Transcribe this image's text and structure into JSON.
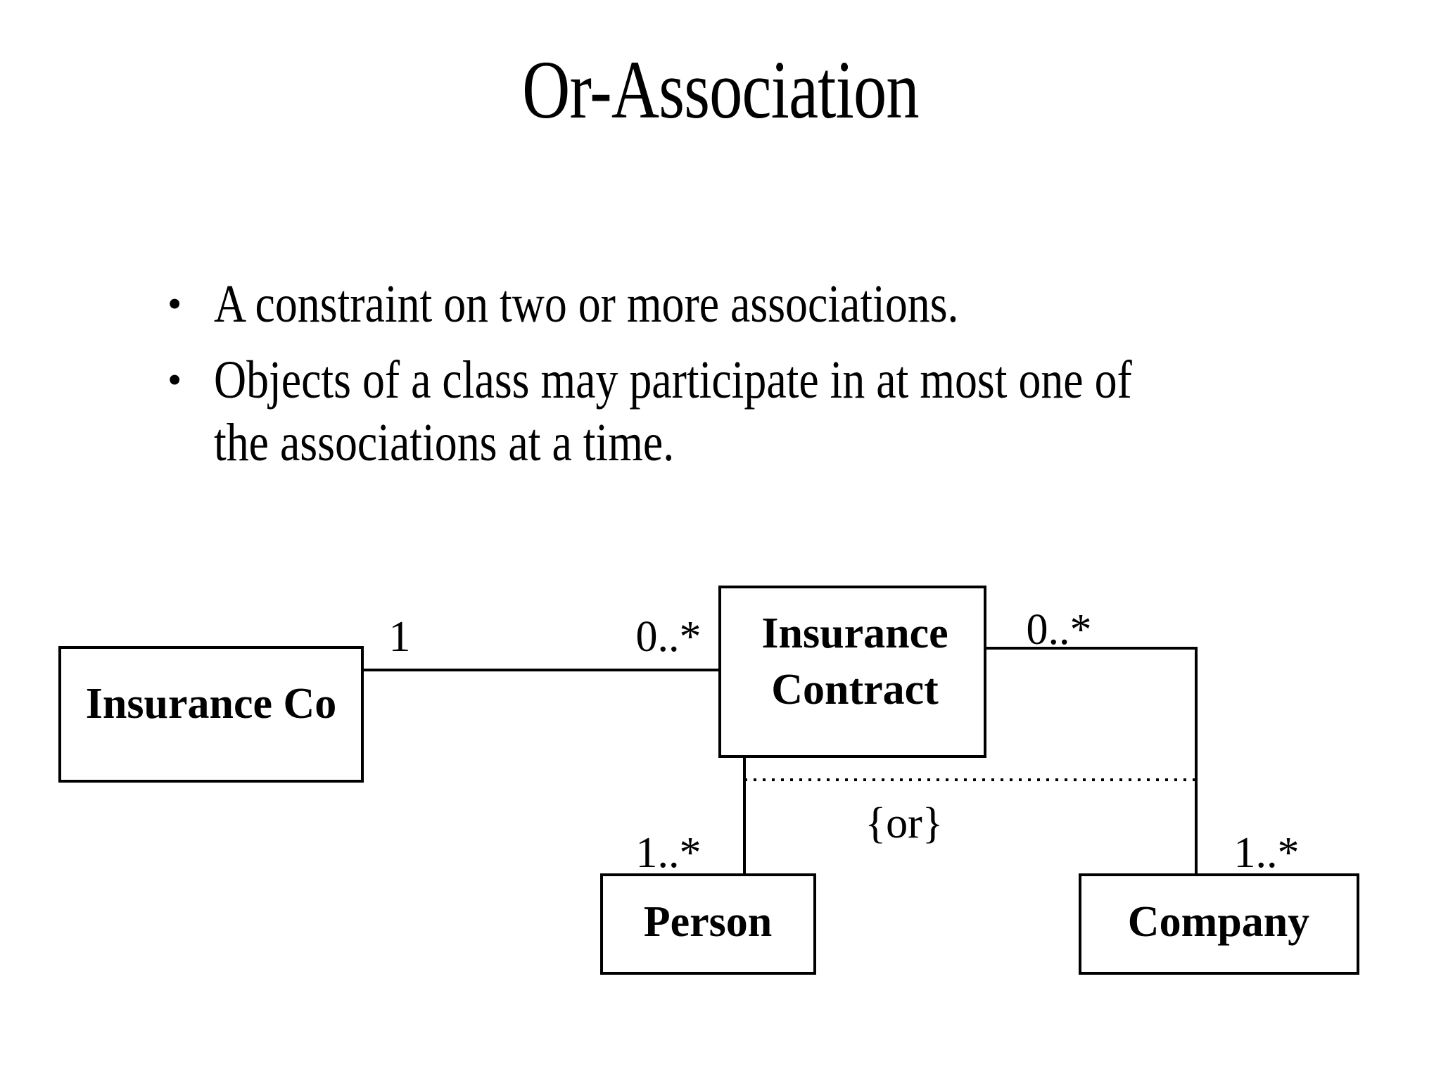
{
  "slide": {
    "title": "Or-Association",
    "bullet_marker": "•",
    "bullets": [
      "A constraint on two or more associations.",
      "Objects of a class may participate in at most one of the associations at a time."
    ]
  },
  "diagram": {
    "type": "uml-class-diagram",
    "line_color": "#000000",
    "box_fill": "#ffffff",
    "classes": [
      {
        "id": "insurance-co",
        "name": "Insurance Co",
        "name_line1": "Insurance Co",
        "name_line2": ""
      },
      {
        "id": "insurance-contract",
        "name": "Insurance Contract",
        "name_line1": "Insurance",
        "name_line2": "Contract"
      },
      {
        "id": "person",
        "name": "Person",
        "name_line1": "Person",
        "name_line2": ""
      },
      {
        "id": "company",
        "name": "Company",
        "name_line1": "Company",
        "name_line2": ""
      }
    ],
    "multiplicities": {
      "co_end": "1",
      "contract_end_left": "0..*",
      "contract_end_right": "0..*",
      "person_end": "1..*",
      "company_end": "1..*"
    },
    "constraint": {
      "label": "{or}",
      "style": "dotted",
      "between": [
        "Insurance Contract - Person",
        "Insurance Contract - Company"
      ]
    }
  }
}
